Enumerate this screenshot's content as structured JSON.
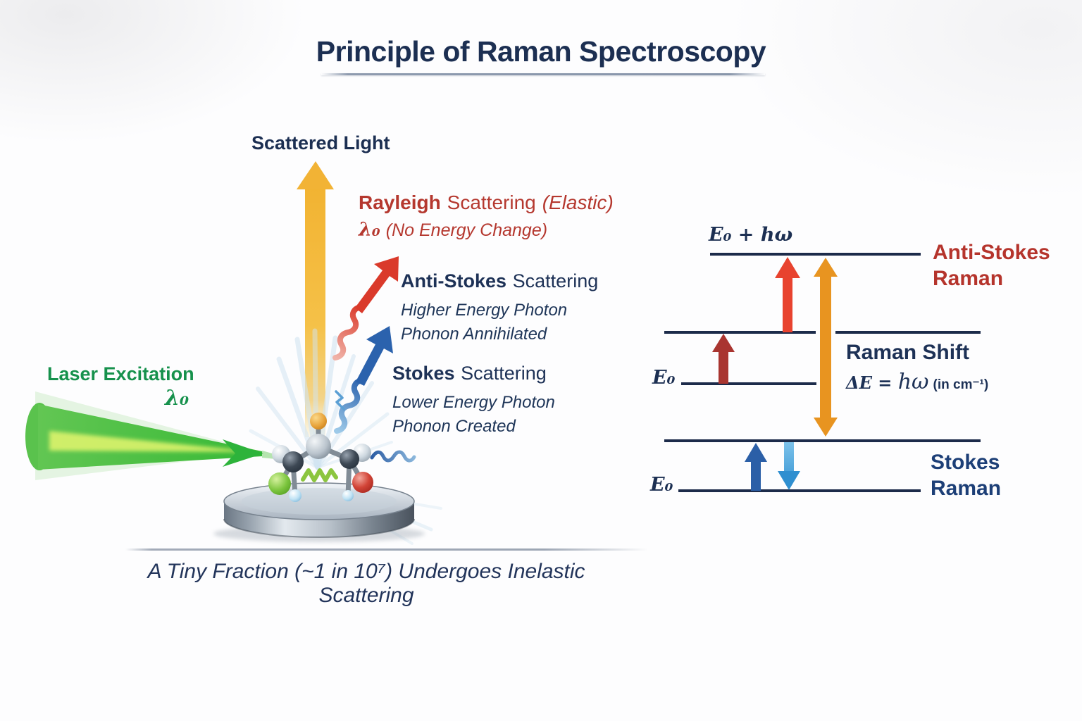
{
  "title": "Principle of Raman Spectroscopy",
  "caption": "A Tiny Fraction (~1 in 10⁷) Undergoes Inelastic Scattering",
  "scattered_light": {
    "label": "Scattered Light"
  },
  "rayleigh": {
    "name": "Rayleigh",
    "type": "Scattering",
    "note": "(Elastic)",
    "symbol": "λ₀",
    "subnote": "(No Energy Change)"
  },
  "anti_stokes": {
    "name": "Anti-Stokes",
    "type": "Scattering",
    "detail1": "Higher Energy Photon",
    "detail2": "Phonon Annihilated"
  },
  "stokes": {
    "name": "Stokes",
    "type": "Scattering",
    "detail1": "Lower Energy Photon",
    "detail2": "Phonon Created"
  },
  "laser": {
    "label": "Laser Excitation",
    "symbol": "λ₀"
  },
  "energy_diagram": {
    "excited_label": "E₀ + hω",
    "anti_stokes_line1": "Anti-Stokes",
    "anti_stokes_line2": "Raman",
    "mid_ground_label": "E₀",
    "raman_shift_title": "Raman Shift",
    "eq_prefix": "ΔE = ",
    "eq_term": "hω",
    "eq_unit": "(in cm⁻¹)",
    "stokes_line1": "Stokes",
    "stokes_line2": "Raman",
    "bottom_ground_label": "E₀"
  },
  "colors": {
    "title_navy": "#1c2f52",
    "text_navy": "#1e3558",
    "rayleigh_red": "#b5382f",
    "laser_green": "#16914c",
    "scattered_gold": "#f2b332",
    "anti_stokes_arrow_red": "#da3a2b",
    "stokes_arrow_blue": "#2b62ad",
    "raman_shift_orange": "#e89420",
    "virtual_arrow_dark_red": "#a93530",
    "stokes_up_blue": "#2b5fa7",
    "stokes_down_blue": "#3d97d6",
    "level_line": "#1c2b4a"
  }
}
